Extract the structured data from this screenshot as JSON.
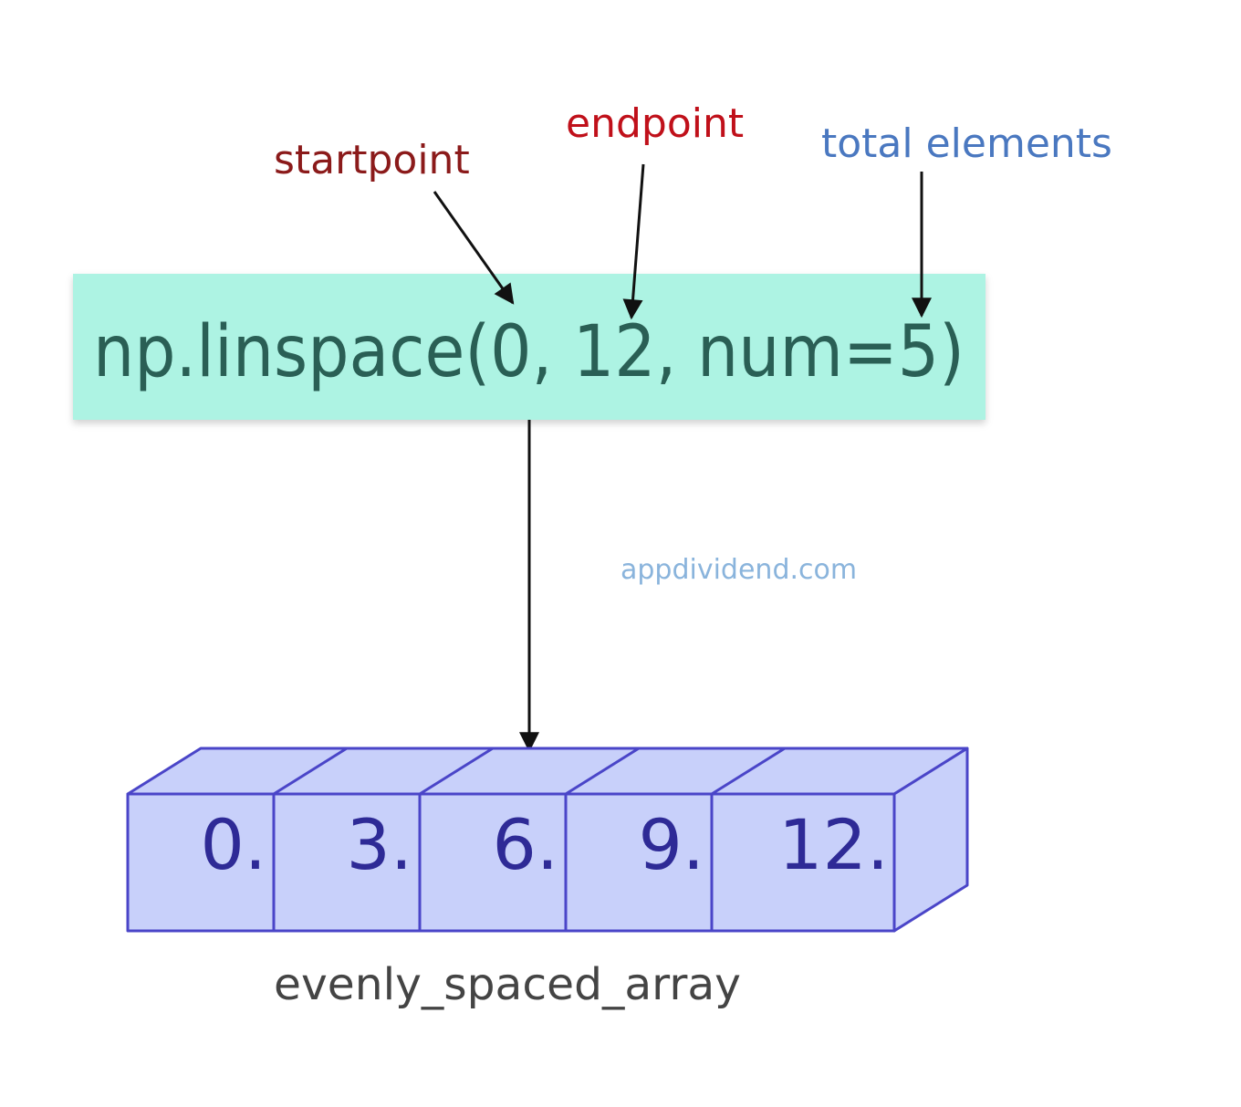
{
  "labels": {
    "startpoint": "startpoint",
    "endpoint": "endpoint",
    "total_elements": "total elements"
  },
  "code": "np.linspace(0, 12, num=5)",
  "watermark": "appdividend.com",
  "array": {
    "values": [
      "0.",
      "3.",
      "6.",
      "9.",
      "12."
    ],
    "name": "evenly_spaced_array"
  },
  "colors": {
    "startpoint": "#8b1a1a",
    "endpoint": "#c0101a",
    "total_elements": "#4a78c0",
    "code_box": "#adf3e3",
    "code_text": "#2a5f55",
    "array_fill": "#c8d0fa",
    "array_stroke": "#4a45c8",
    "array_text": "#2e2a96"
  }
}
